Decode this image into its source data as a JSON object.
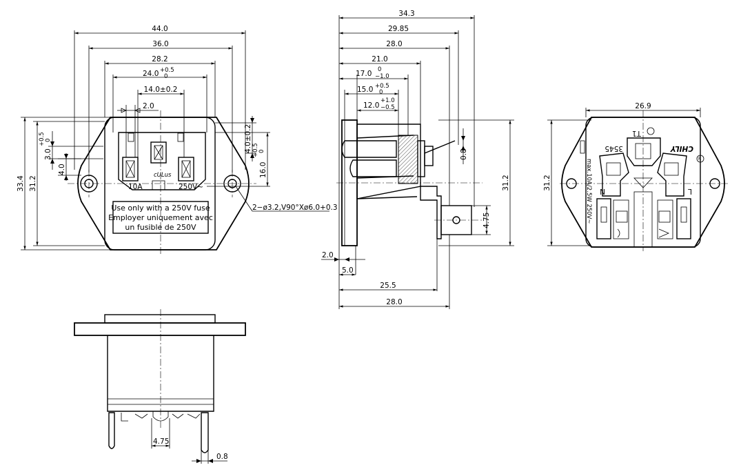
{
  "front_view": {
    "dim_44_0": "44.0",
    "dim_36_0": "36.0",
    "dim_28_2": "28.2",
    "dim_24_0": "24.0",
    "tol_24_upper": "+0.5",
    "tol_24_lower": "0",
    "dim_14_0": "14.0±0.2",
    "dim_2_0": "2.0",
    "dim_3_0": "3.0",
    "tol_3_upper": "+0.5",
    "tol_3_lower": "0",
    "dim_4_0_left": "4.0",
    "dim_33_4": "33.4",
    "dim_31_2": "31.2",
    "dim_4_0_right": "4.0±0.2",
    "dim_16_0": "16.0",
    "tol_16_upper": "+0.5",
    "tol_16_lower": "0",
    "hole_callout": "2−ø3.2,V90°Xø6.0+0.3",
    "rating_current": "10A",
    "rating_voltage": "250V~",
    "label_line1": "Use only with a 250V fuse",
    "label_line2": "Employer uniquement avec",
    "label_line3": "un fusible de 250V"
  },
  "side_view": {
    "dim_34_3": "34.3",
    "dim_29_85": "29.85",
    "dim_28_0_top": "28.0",
    "dim_21_0": "21.0",
    "dim_17_0": "17.0",
    "tol_17_upper": "0",
    "tol_17_lower": "−1.0",
    "dim_15_0": "15.0",
    "tol_15_upper": "+0.5",
    "tol_15_lower": "0",
    "dim_12_0": "12.0",
    "tol_12_upper": "+1.0",
    "tol_12_lower": "−0.5",
    "dim_0_8": "0.8",
    "dim_31_2": "31.2",
    "dim_4_75": "4.75",
    "dim_2_0": "2.0",
    "dim_5_0": "5.0",
    "dim_25_5": "25.5",
    "dim_28_0_bottom": "28.0"
  },
  "rear_view": {
    "dim_26_9": "26.9",
    "dim_31_2": "31.2",
    "part_number": "3545",
    "brand": "CHILY",
    "rating_text": "max.10A/2.5W 250V~",
    "pin_n": "N",
    "pin_l": "L",
    "temp_code": "T1"
  },
  "bottom_view": {
    "dim_4_75": "4.75",
    "dim_0_8": "0.8"
  }
}
